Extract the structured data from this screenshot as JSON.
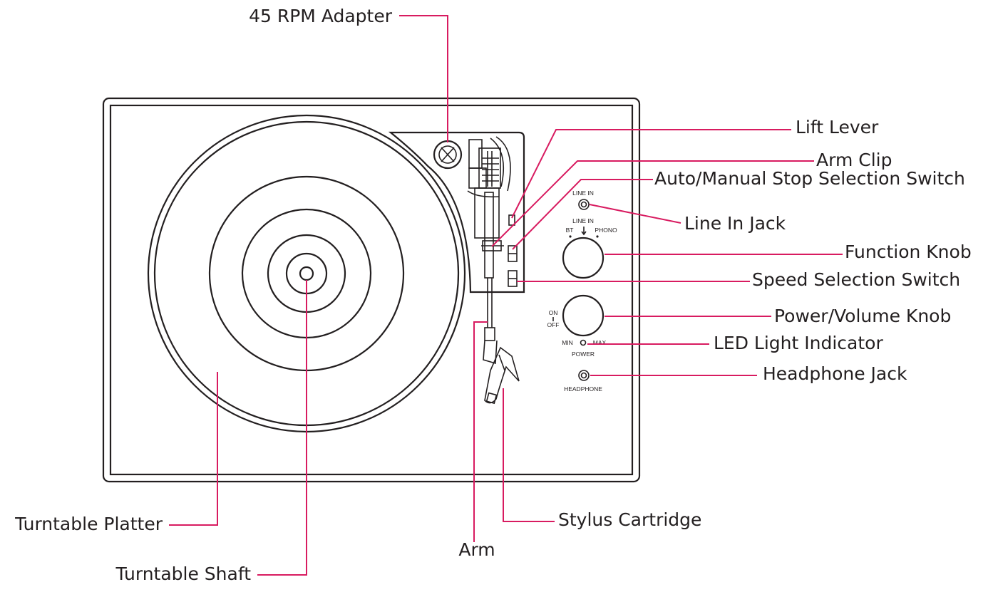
{
  "colors": {
    "leader": "#d81b60",
    "line": "#231f20",
    "background": "#ffffff"
  },
  "callouts": {
    "rpm_adapter": "45 RPM Adapter",
    "lift_lever": "Lift Lever",
    "arm_clip": "Arm Clip",
    "auto_manual": "Auto/Manual Stop Selection Switch",
    "line_in_jack": "Line In Jack",
    "function_knob": "Function Knob",
    "speed_switch": "Speed Selection Switch",
    "power_volume": "Power/Volume Knob",
    "led": "LED Light Indicator",
    "headphone_jack": "Headphone Jack",
    "platter": "Turntable Platter",
    "shaft": "Turntable Shaft",
    "arm": "Arm",
    "stylus": "Stylus Cartridge"
  },
  "panel": {
    "line_in": "LINE IN",
    "line_in_sel": "LINE IN",
    "bt": "BT",
    "phono": "PHONO",
    "on": "ON",
    "off": "OFF",
    "min": "MIN",
    "max": "MAX",
    "power": "POWER",
    "headphone": "HEADPHONE"
  }
}
